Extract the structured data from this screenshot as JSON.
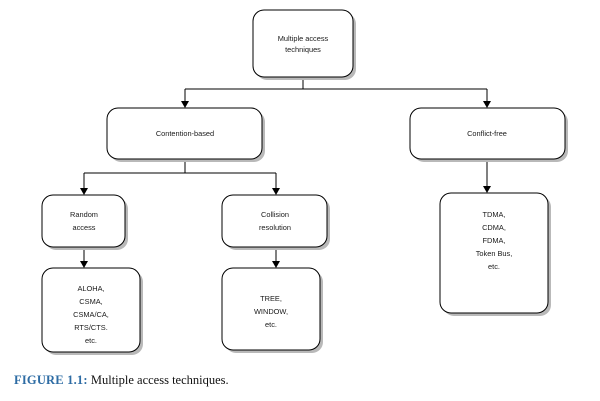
{
  "figure": {
    "caption_label": "FIGURE 1.1:",
    "caption_text": "Multiple access techniques.",
    "caption_label_color": "#2E6CA4",
    "background_color": "#FFFFFF",
    "line_color": "#000000",
    "shadow_color": "#B9B9B9"
  },
  "diagram": {
    "type": "tree",
    "nodes": {
      "root": {
        "id": "multiple-access-techniques",
        "lines": [
          "Multiple access",
          "techniques"
        ]
      },
      "contention": {
        "id": "contention-based",
        "lines": [
          "Contention-based"
        ]
      },
      "conflict_free": {
        "id": "conflict-free",
        "lines": [
          "Conflict-free"
        ]
      },
      "random_access": {
        "id": "random-access",
        "lines": [
          "Random",
          "access"
        ]
      },
      "collision_resolution": {
        "id": "collision-resolution",
        "lines": [
          "Collision",
          "resolution"
        ]
      },
      "random_access_examples": {
        "id": "random-access-examples",
        "lines": [
          "ALOHA,",
          "CSMA,",
          "CSMA/CA,",
          "RTS/CTS.",
          "etc."
        ]
      },
      "collision_resolution_examples": {
        "id": "collision-resolution-examples",
        "lines": [
          "TREE,",
          "WINDOW,",
          "etc."
        ]
      },
      "conflict_free_examples": {
        "id": "conflict-free-examples",
        "lines": [
          "TDMA,",
          "CDMA,",
          "FDMA,",
          "Token Bus,",
          "etc."
        ]
      }
    },
    "edges": [
      {
        "from": "multiple-access-techniques",
        "to": "contention-based"
      },
      {
        "from": "multiple-access-techniques",
        "to": "conflict-free"
      },
      {
        "from": "contention-based",
        "to": "random-access"
      },
      {
        "from": "contention-based",
        "to": "collision-resolution"
      },
      {
        "from": "random-access",
        "to": "random-access-examples"
      },
      {
        "from": "collision-resolution",
        "to": "collision-resolution-examples"
      },
      {
        "from": "conflict-free",
        "to": "conflict-free-examples"
      }
    ]
  }
}
